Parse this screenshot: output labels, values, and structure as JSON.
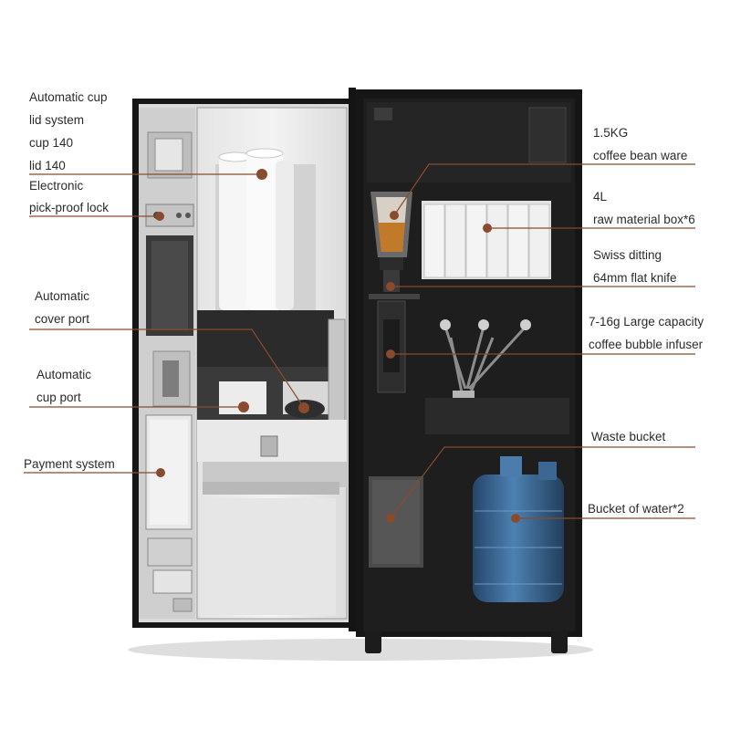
{
  "left_labels": {
    "cup_lid_1": "Automatic cup",
    "cup_lid_2": "lid system",
    "cup_lid_3": "cup 140",
    "cup_lid_4": "lid 140",
    "lock_1": "Electronic",
    "lock_2": "pick-proof lock",
    "cover_1": "Automatic",
    "cover_2": "cover port",
    "cupport_1": "Automatic",
    "cupport_2": "cup port",
    "payment": "Payment system"
  },
  "right_labels": {
    "bean_1": "1.5KG",
    "bean_2": "coffee bean ware",
    "box_1": "4L",
    "box_2": "raw material box*6",
    "knife_1": "Swiss ditting",
    "knife_2": "64mm flat knife",
    "infuser_1": "7-16g Large capacity",
    "infuser_2": "coffee bubble infuser",
    "waste": "Waste bucket",
    "water": "Bucket of water*2"
  },
  "colors": {
    "callout": "#8a4a2e",
    "frame": "#1b1b1b",
    "water_bottle": "#3d6fa0",
    "coffee_beans": "#c07a2a"
  }
}
